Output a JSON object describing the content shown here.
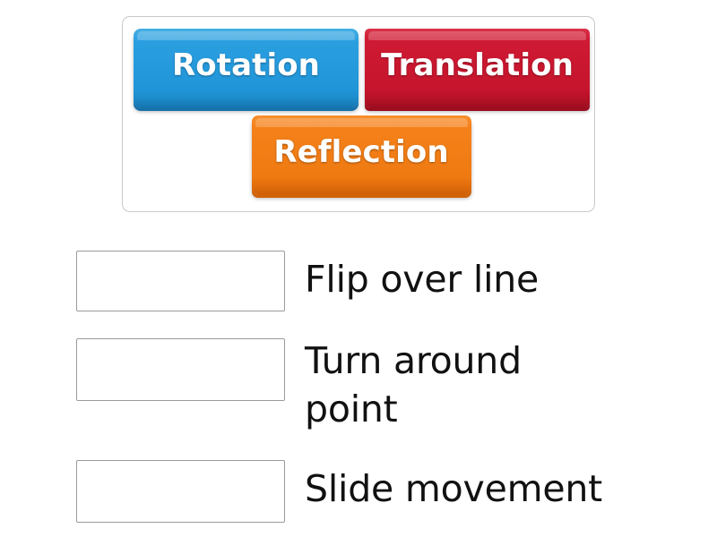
{
  "activity": {
    "type": "match-up",
    "tile_bank": {
      "tiles": [
        {
          "id": "rotation",
          "label": "Rotation",
          "color": "#2a9fe0",
          "shadow_color": "#1772ab"
        },
        {
          "id": "translation",
          "label": "Translation",
          "color": "#cf1a33",
          "shadow_color": "#9b0d1f"
        },
        {
          "id": "reflection",
          "label": "Reflection",
          "color": "#f5811a",
          "shadow_color": "#d06208"
        }
      ]
    },
    "matches": [
      {
        "id": "flip-over-line",
        "label": "Flip over line",
        "drop_value": ""
      },
      {
        "id": "turn-around-point",
        "label": "Turn around\npoint",
        "drop_value": ""
      },
      {
        "id": "slide-movement",
        "label": "Slide movement",
        "drop_value": ""
      }
    ]
  },
  "colors": {
    "page_background": "#ffffff",
    "panel_border": "#c9c9c9",
    "dropzone_border": "#9b9b9b",
    "label_text": "#111111",
    "tile_text": "#ffffff"
  }
}
